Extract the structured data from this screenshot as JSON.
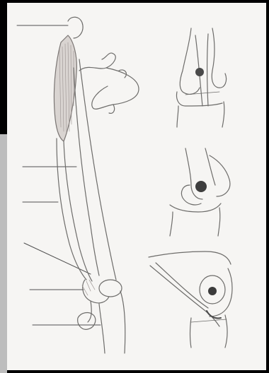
{
  "figure": {
    "panels": [
      {
        "name": "upper-limb-lateral-view"
      },
      {
        "name": "detail-top"
      },
      {
        "name": "detail-middle"
      },
      {
        "name": "detail-bottom"
      }
    ],
    "leader_lines_count": 6
  }
}
